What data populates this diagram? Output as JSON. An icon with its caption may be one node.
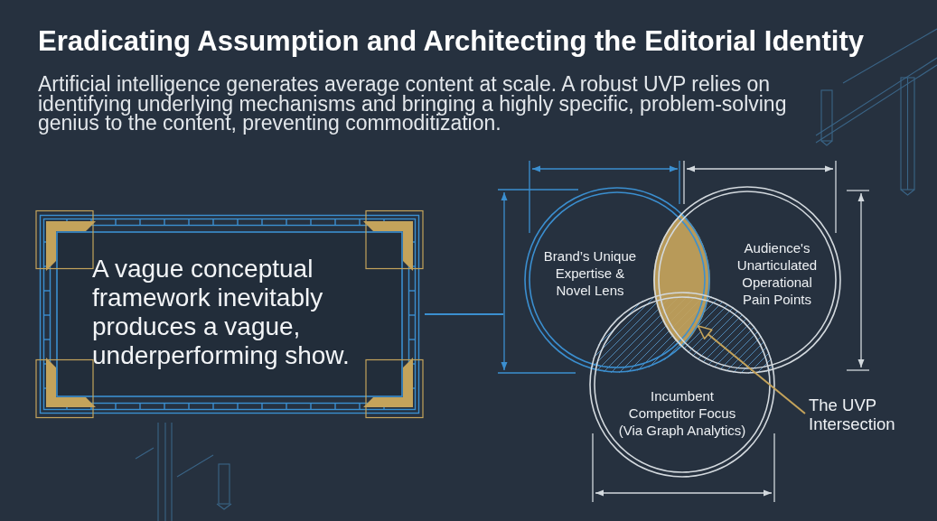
{
  "diagram": {
    "title": "Eradicating Assumption and Architecting the Editorial Identity",
    "nodes": [
      {
        "text": [
          "A vague conceptual framework inevitably produces a vague, underperforming show."
        ]
      },
      {
        "text": [
          "Brand’s Unique Expertise & Novel Lens"
        ]
      },
      {
        "text": [
          "Audience's Unarticulated Operational Pain Points"
        ]
      },
      {
        "text": [
          "Incumbent Competitor Focus (Via Graph Analytics)"
        ]
      },
      {
        "text": [
          "The UVP Intersection"
        ]
      },
      {
        "text": [],
        "shape": "lens"
      }
    ],
    "edges": [
      {
        "from": 4,
        "to": 5,
        "arrow": "to",
        "color": "#c4a35b"
      },
      {
        "from": 0,
        "to": null,
        "arrow": "none",
        "color": "#3b8fd0"
      }
    ],
    "labels": [
      "Artificial intelligence generates average content at scale. A robust UVP relies on identifying underlying mechanisms and bringing a highly specific, problem-solving genius to the content, preventing commoditization."
    ]
  }
}
